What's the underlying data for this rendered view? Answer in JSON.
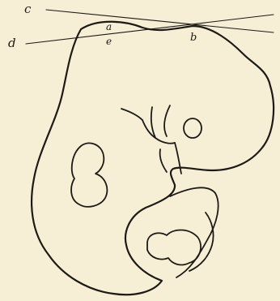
{
  "figure": {
    "labels": {
      "c": "c",
      "d": "d",
      "a": "a",
      "e": "e",
      "b": "b"
    },
    "ink_color": "#1d1a16",
    "paper_color": "#f6efd6"
  }
}
